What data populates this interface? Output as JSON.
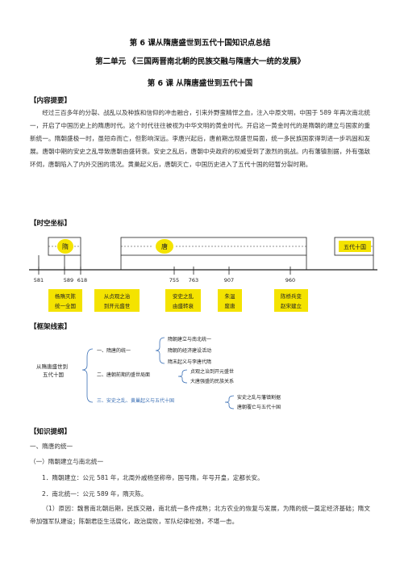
{
  "titles": {
    "main": "第 6 课从隋唐盛世到五代十国知识点总结",
    "unit": "第二单元 《三国两晋南北朝的民族交融与隋唐大一统的发展》",
    "lesson": "第 6 课 从隋唐盛世到五代十国"
  },
  "summary": {
    "heading": "【内容提要】",
    "text": "经过三百多年的分裂、战乱以及种族和信仰的冲击融合，引来外野蛮精悍之血，注入中原文明，中国于 589 年再次南北统一，开启了中国历史上的隋唐时代。这个时代往往被视为中华文明的黄金时代。开启这一黄金时代的是隋朝的建立与国家的重新统一。隋朝盛极一时，虽短命而亡，但影响深远。李唐兴起后，唐前期出现盛世局面，统一多民族国家得到进一步巩固和发展。唐朝中期的安史之乱导致唐朝由盛转衰。安史之乱后，唐朝中央政府的权威受到了激烈的挑战。内有藩镇割据，外有强敌环伺，唐朝陷入了内外交困的境况。黄巢起义后，唐朝灭亡，中国历史进入了五代十国的短暂分裂时期。"
  },
  "timeline": {
    "heading": "【时空坐标】",
    "eras": [
      "隋",
      "唐",
      "五代十国"
    ],
    "years": [
      "581",
      "589",
      "618",
      "755",
      "763",
      "907",
      "960"
    ],
    "events": [
      {
        "line1": "杨隋灭陈",
        "line2": "统一全国"
      },
      {
        "line1": "从贞观之治",
        "line2": "到开元盛世"
      },
      {
        "line1": "安史之乱",
        "line2": "由盛转衰"
      },
      {
        "line1": "朱温",
        "line2": "废唐"
      },
      {
        "line1": "陈桥兵变",
        "line2": "赵宋建立"
      }
    ]
  },
  "framework": {
    "heading": "【框架线索】",
    "root": [
      "从隋唐盛世到",
      "五代十国"
    ],
    "branches": [
      "一、隋唐的统一",
      "二、唐朝前期的盛世局面",
      "三、安史之乱、黄巢起义与五代十国"
    ],
    "leaves": [
      [
        "隋朝建立与南北统一",
        "隋朝的经济建设活动",
        "隋末起义与李唐代隋"
      ],
      [
        "贞观之治到开元盛世",
        "大唐强盛的民族关系"
      ],
      [
        "安史之乱与藩镇割据",
        "唐朝覆亡与五代十国"
      ]
    ]
  },
  "knowledge": {
    "heading": "【知识提纲】",
    "h1": "一、隋唐的统一",
    "h2": "（一）隋朝建立与南北统一",
    "item1": "1．隋朝建立：公元 581 年，北周外戚杨坚称帝，国号隋，年号开皇，定都长安。",
    "item2": "2．南北统一：公元 589 年，隋灭陈。",
    "item3": "（1）原因：魏晋南北朝后期，民族交融，南北统一条件成熟；北方农业的恢复与发展，为隋的统一奠定经济基础；隋文帝加强军队建设；陈朝君臣生活腐化，政治腐败，军队纪律松弛，不堪一击。"
  }
}
